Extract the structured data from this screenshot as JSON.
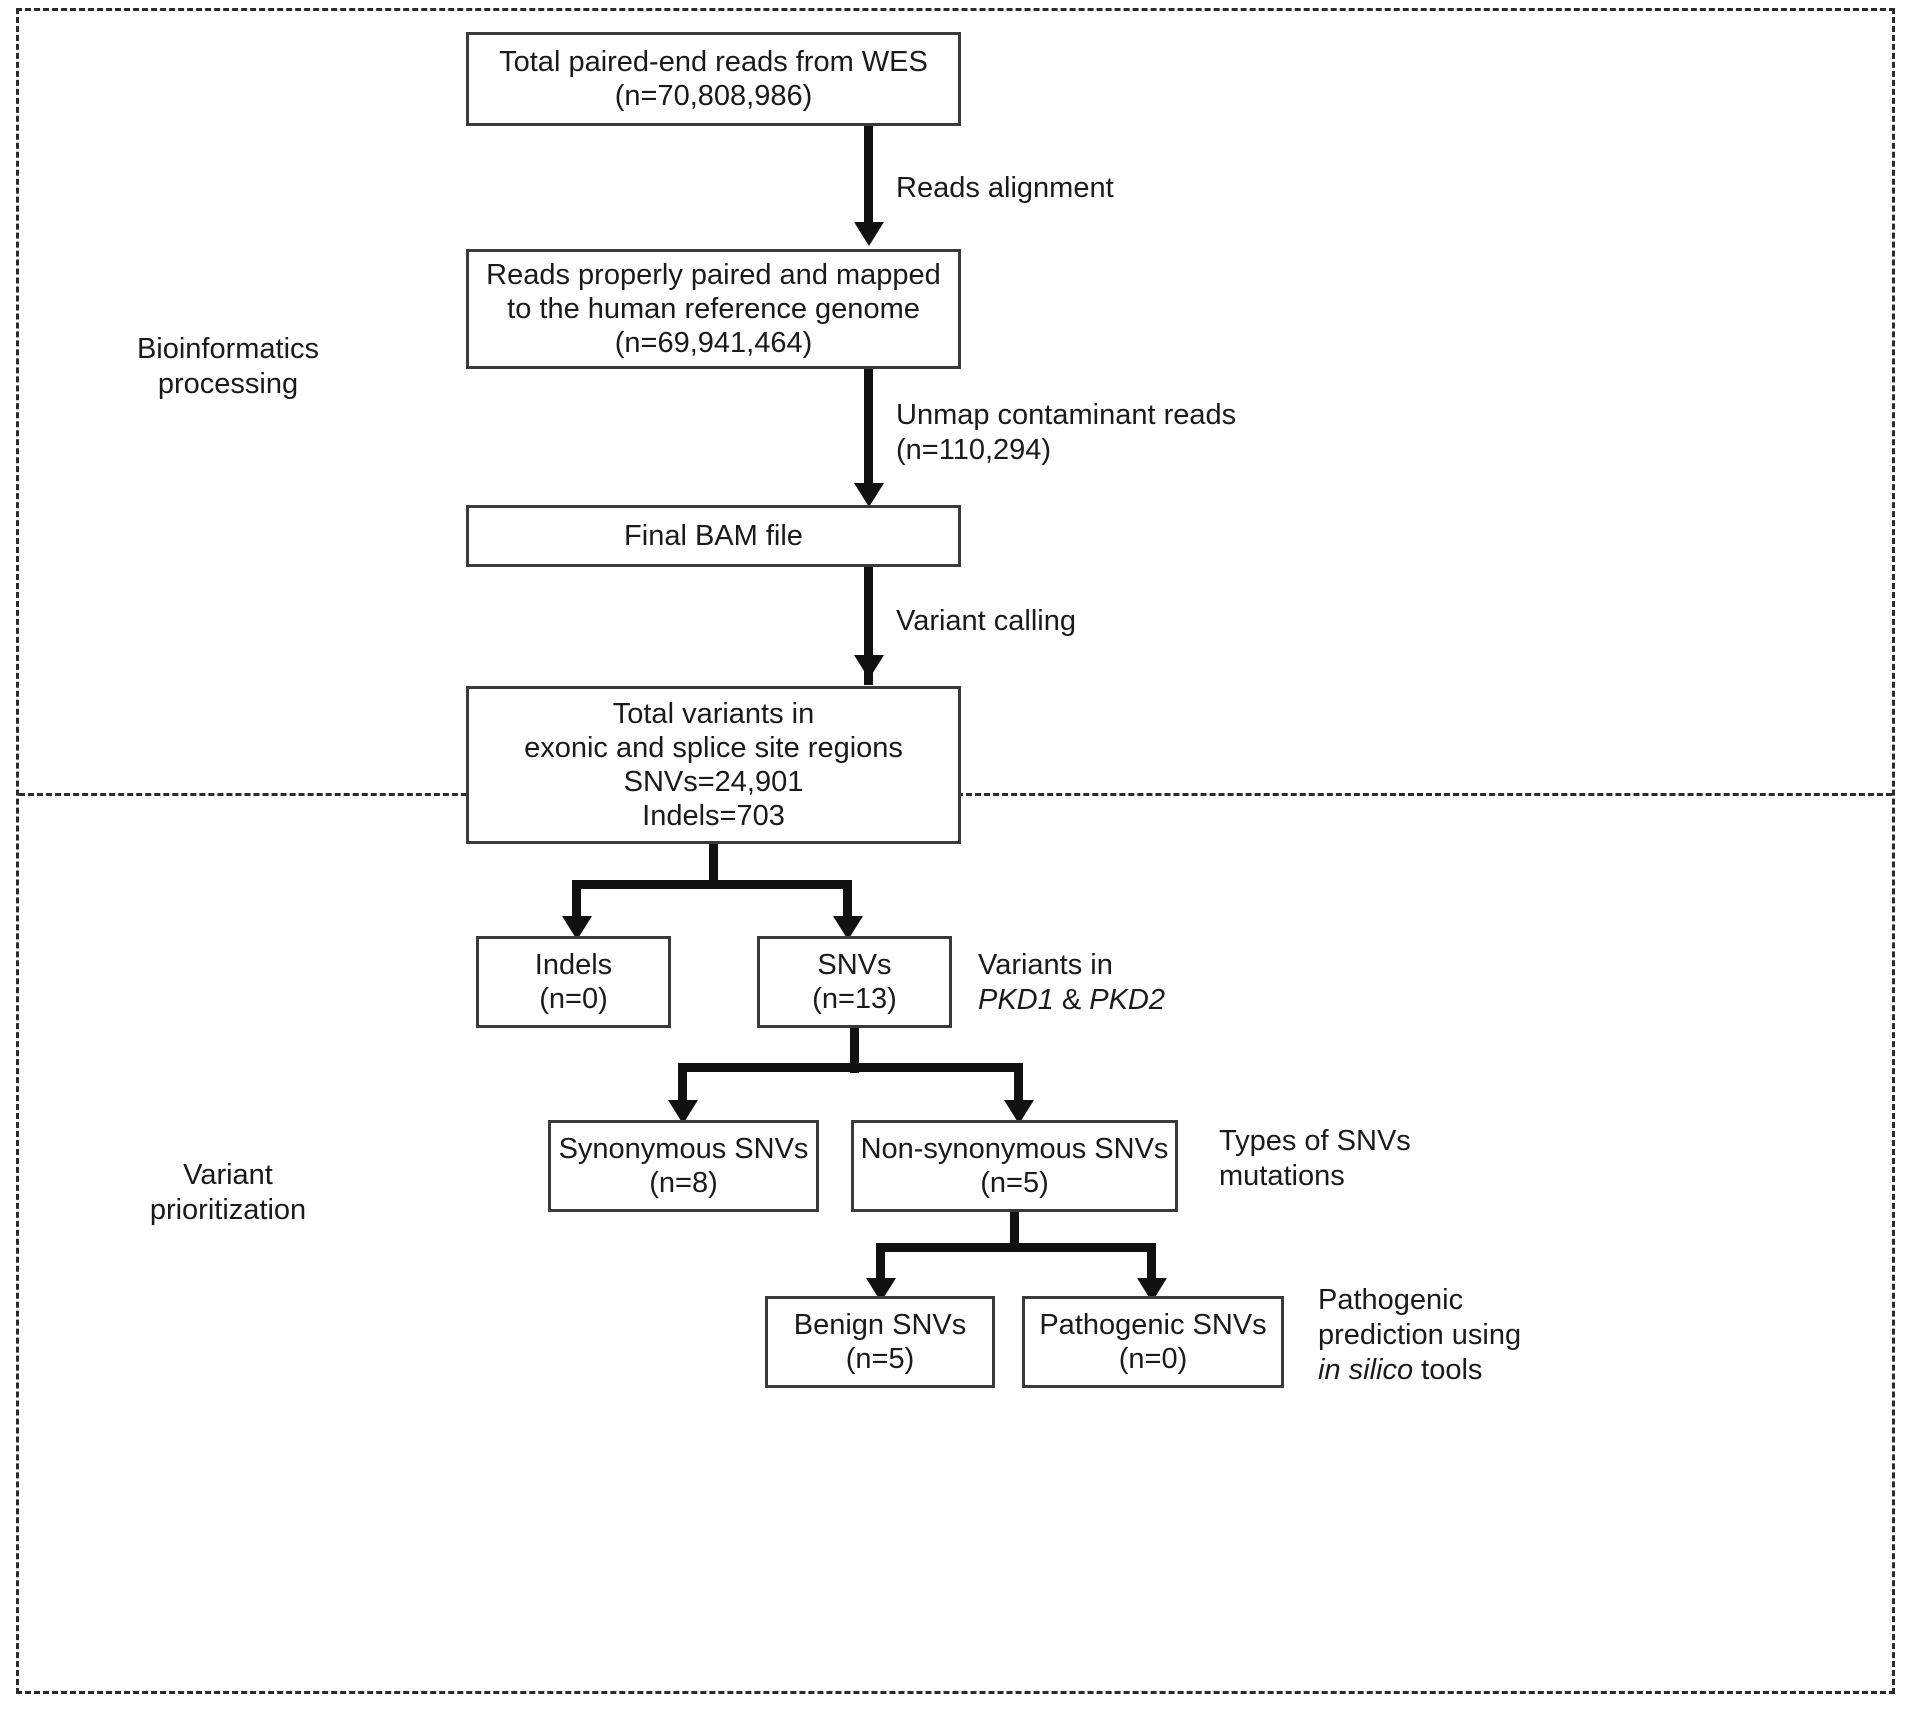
{
  "figure": {
    "type": "flowchart",
    "title": "Whole-exome sequencing bioinformatics and variant prioritization workflow"
  },
  "sections": [
    {
      "id": "bioinformatics",
      "label_line1": "Bioinformatics",
      "label_line2": "processing"
    },
    {
      "id": "prioritization",
      "label_line1": "Variant",
      "label_line2": "prioritization"
    }
  ],
  "boxes": {
    "total_reads": {
      "line1": "Total paired-end reads from WES",
      "line2": "(n=70,808,986)"
    },
    "mapped_reads": {
      "line1": "Reads properly paired and mapped",
      "line2": "to the human reference genome",
      "line3": "(n=69,941,464)"
    },
    "final_bam": {
      "line1": "Final BAM file"
    },
    "total_variants": {
      "line1": "Total variants in",
      "line2": "exonic and splice site regions",
      "line3": "SNVs=24,901",
      "line4": "Indels=703"
    },
    "indels": {
      "line1": "Indels",
      "line2": "(n=0)"
    },
    "snvs": {
      "line1": "SNVs",
      "line2": "(n=13)"
    },
    "synonymous": {
      "line1": "Synonymous SNVs",
      "line2": "(n=8)"
    },
    "nonsynonymous": {
      "line1": "Non-synonymous SNVs",
      "line2": "(n=5)"
    },
    "benign": {
      "line1": "Benign SNVs",
      "line2": "(n=5)"
    },
    "pathogenic": {
      "line1": "Pathogenic SNVs",
      "line2": "(n=0)"
    }
  },
  "edge_labels": {
    "reads_alignment": "Reads alignment",
    "unmap_line1": "Unmap contaminant reads",
    "unmap_line2": "(n=110,294)",
    "variant_calling": "Variant calling"
  },
  "annotations": {
    "pkd_line1": "Variants in",
    "pkd_gene1": "PKD1",
    "pkd_amp": "&",
    "pkd_gene2": "PKD2",
    "types_line1": "Types of SNVs",
    "types_line2": "mutations",
    "pathogenic_line1": "Pathogenic",
    "pathogenic_line2": "prediction using",
    "pathogenic_line3_italic": "in silico",
    "pathogenic_line3_rest": "tools"
  },
  "colors": {
    "box_border": "#3a3a3a",
    "connector": "#111111",
    "frame": "#2b2b2b",
    "text": "#1a1a1a",
    "background": "#ffffff"
  }
}
